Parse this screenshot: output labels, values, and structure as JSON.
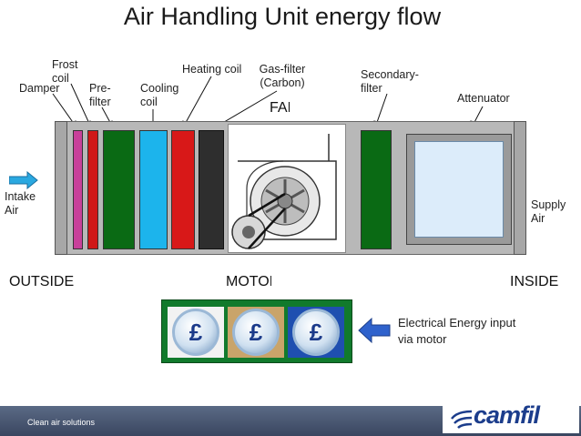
{
  "title": "Air Handling Unit energy flow",
  "labels": {
    "frost_coil": "Frost coil",
    "damper": "Damper",
    "pre_filter": "Pre-filter",
    "cooling_coil": "Cooling coil",
    "heating_coil": "Heating coil",
    "gas_filter": "Gas-filter (Carbon)",
    "secondary_filter": "Secondary-filter",
    "attenuator": "Attenuator",
    "fan": "FAN",
    "intake_air": "Intake Air",
    "supply_air": "Supply Air",
    "outside": "OUTSIDE",
    "motor": "MOTOR",
    "inside": "INSIDE",
    "electrical": "Electrical Energy input via motor"
  },
  "currency_symbol": "£",
  "footer": {
    "tagline": "Clean air solutions",
    "brand": "camfil"
  },
  "colors": {
    "damper": "#c8409a",
    "frost_coil": "#d01818",
    "pre_filter": "#0a6a14",
    "cooling_coil": "#1cb4ec",
    "heating_coil": "#d81818",
    "gas_filter": "#2e2e2e",
    "secondary_filter": "#0a6a14",
    "attenuator": "#dcecfa",
    "intake_arrow": "#2aa8e0",
    "electric_arrow": "#2f62cc",
    "energy_panel": "#117a2c",
    "brand": "#1c3d8c"
  }
}
